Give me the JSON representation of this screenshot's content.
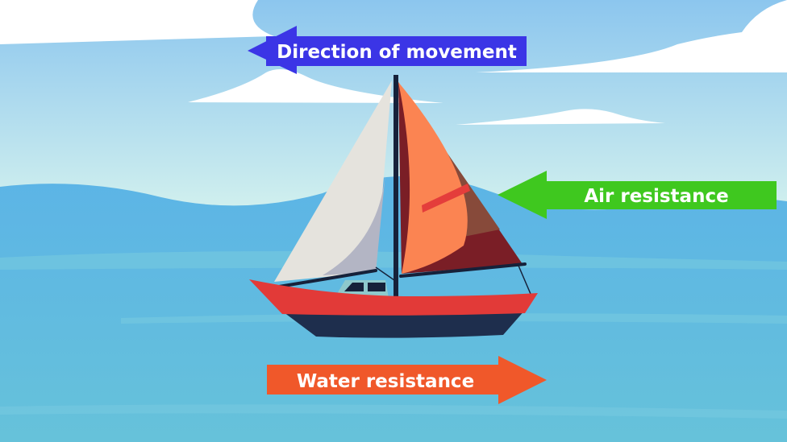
{
  "labels": {
    "direction": "Direction of movement",
    "air": "Air resistance",
    "water": "Water resistance"
  },
  "colors": {
    "direction_arrow": "#3b35e6",
    "air_arrow": "#3fc81f",
    "water_arrow": "#f0582a",
    "hull_red": "#e23a38",
    "hull_navy": "#1e2e4d",
    "sail_orange": "#fb8452",
    "sail_white": "#e5e3dd"
  }
}
